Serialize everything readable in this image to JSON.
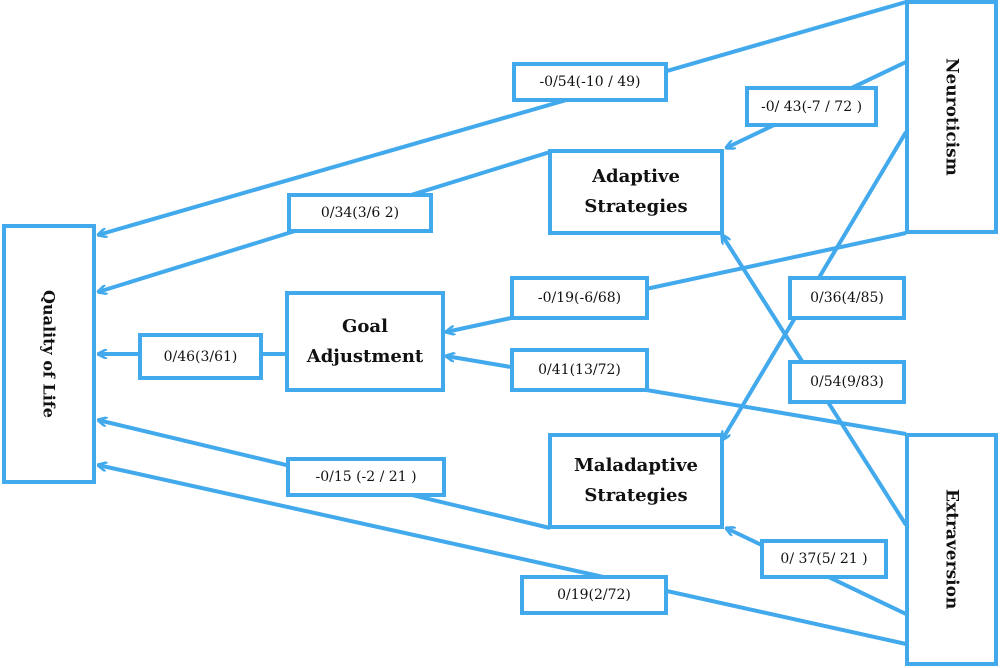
{
  "colors": {
    "accent": "#42a9ec",
    "text": "#111111",
    "background": "#ffffff"
  },
  "nodes": {
    "quality_of_life": "Quality of Life",
    "goal_adjustment": "Goal Adjustment",
    "adaptive_strategies": "Adaptive Strategies",
    "maladaptive_strategies": "Maladaptive Strategies",
    "neuroticism": "Neuroticism",
    "extraversion": "Extraversion"
  },
  "paths": {
    "neuroticism_to_quality_of_life": "-0/54(-10 / 49)",
    "neuroticism_to_adaptive": "-0/ 43(-7 / 72 )",
    "adaptive_to_quality_of_life": "0/34(3/6 2)",
    "neuroticism_to_goal_adjustment": "-0/19(-6/68)",
    "neuroticism_to_maladaptive": "0/36(4/85)",
    "goal_adjustment_to_quality_of_life": "0/46(3/61)",
    "extraversion_to_goal_adjustment": "0/41(13/72)",
    "extraversion_to_adaptive": "0/54(9/83)",
    "maladaptive_to_quality_of_life": "-0/15 (-2 / 21 )",
    "extraversion_to_maladaptive": "0/ 37(5/ 21 )",
    "extraversion_to_quality_of_life": "0/19(2/72)"
  }
}
